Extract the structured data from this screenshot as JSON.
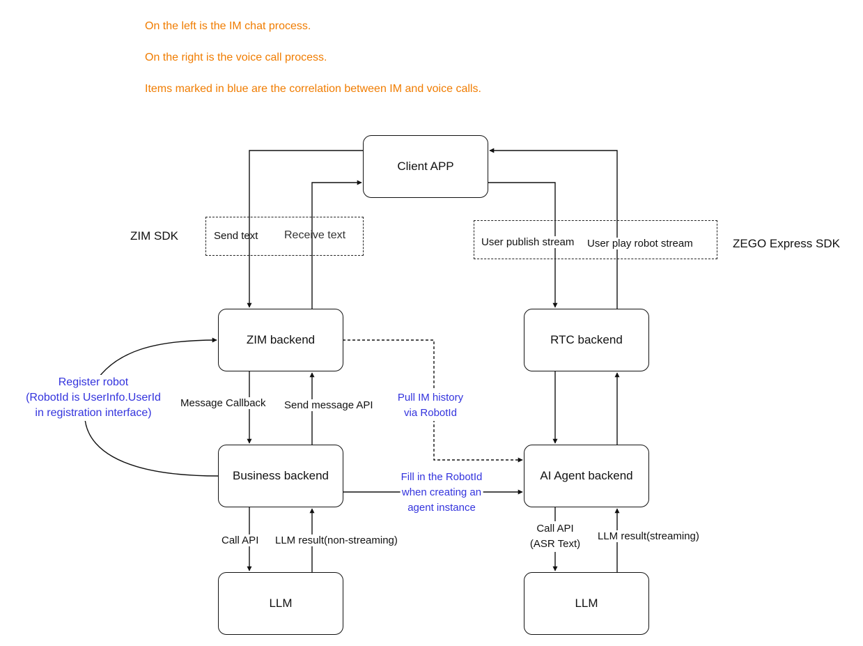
{
  "colors": {
    "note": "#f07c00",
    "accent_blue": "#3333dd",
    "stroke": "#111111"
  },
  "notes": [
    "On the left is the IM chat process.",
    "On the right is the voice call process.",
    "Items marked in blue are the correlation between IM and voice calls."
  ],
  "sdk_labels": {
    "left": "ZIM SDK",
    "right": "ZEGO Express SDK"
  },
  "nodes": {
    "client_app": "Client APP",
    "zim_backend": "ZIM backend",
    "business_backend": "Business backend",
    "llm_left": "LLM",
    "rtc_backend": "RTC backend",
    "ai_agent_backend": "AI Agent backend",
    "llm_right": "LLM"
  },
  "edge_labels": {
    "send_text": "Send text",
    "receive_text": "Receive text",
    "user_publish_stream": "User publish stream",
    "user_play_robot_stream": "User play robot stream",
    "message_callback": "Message Callback",
    "send_message_api": "Send message API",
    "call_api_left": "Call API",
    "llm_result_non_streaming": "LLM result(non-streaming)",
    "call_api_right_line1": "Call API",
    "call_api_right_line2": "(ASR Text)",
    "llm_result_streaming": "LLM result(streaming)",
    "register_robot_line1": "Register robot",
    "register_robot_line2": "(RobotId is UserInfo.UserId",
    "register_robot_line3": "in registration interface)",
    "pull_im_history_line1": "Pull IM history",
    "pull_im_history_line2": "via RobotId",
    "fill_robotid_line1": "Fill in the RobotId",
    "fill_robotid_line2": "when creating an",
    "fill_robotid_line3": "agent instance"
  }
}
